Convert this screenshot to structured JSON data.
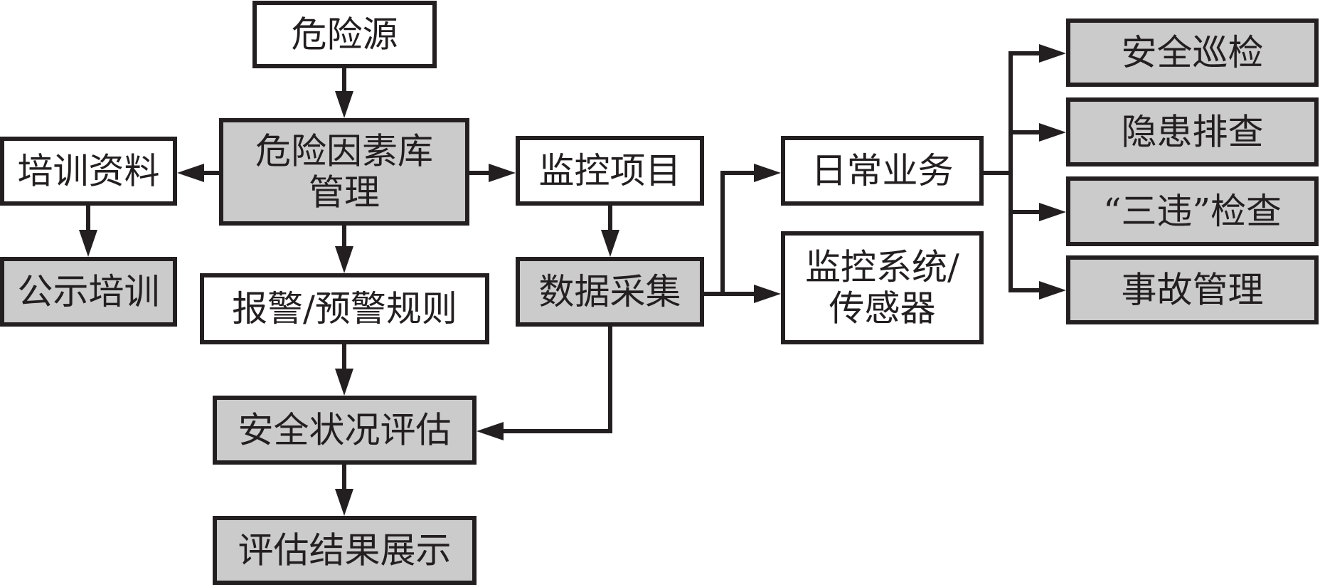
{
  "diagram": {
    "nodes": [
      {
        "id": "hazard-source",
        "lines": [
          "危险源"
        ],
        "shaded": false
      },
      {
        "id": "hazard-factor-db",
        "lines": [
          "危险因素库",
          "管理"
        ],
        "shaded": true
      },
      {
        "id": "training-materials",
        "lines": [
          "培训资料"
        ],
        "shaded": false
      },
      {
        "id": "public-training",
        "lines": [
          "公示培训"
        ],
        "shaded": true
      },
      {
        "id": "alarm-rules",
        "lines": [
          "报警/预警规则"
        ],
        "shaded": false
      },
      {
        "id": "monitoring-items",
        "lines": [
          "监控项目"
        ],
        "shaded": false
      },
      {
        "id": "data-collection",
        "lines": [
          "数据采集"
        ],
        "shaded": true
      },
      {
        "id": "safety-assessment",
        "lines": [
          "安全状况评估"
        ],
        "shaded": true
      },
      {
        "id": "assessment-display",
        "lines": [
          "评估结果展示"
        ],
        "shaded": true
      },
      {
        "id": "daily-business",
        "lines": [
          "日常业务"
        ],
        "shaded": false
      },
      {
        "id": "monitoring-system",
        "lines": [
          "监控系统/",
          "传感器"
        ],
        "shaded": false
      },
      {
        "id": "safety-patrol",
        "lines": [
          "安全巡检"
        ],
        "shaded": true
      },
      {
        "id": "hazard-investigation",
        "lines": [
          "隐患排查"
        ],
        "shaded": true
      },
      {
        "id": "three-violations-check",
        "lines": [
          "“三违”检查"
        ],
        "shaded": true
      },
      {
        "id": "accident-management",
        "lines": [
          "事故管理"
        ],
        "shaded": true
      }
    ],
    "edges": [
      {
        "from": "hazard-source",
        "to": "hazard-factor-db"
      },
      {
        "from": "hazard-factor-db",
        "to": "training-materials"
      },
      {
        "from": "hazard-factor-db",
        "to": "monitoring-items"
      },
      {
        "from": "hazard-factor-db",
        "to": "alarm-rules"
      },
      {
        "from": "training-materials",
        "to": "public-training"
      },
      {
        "from": "alarm-rules",
        "to": "safety-assessment"
      },
      {
        "from": "safety-assessment",
        "to": "assessment-display"
      },
      {
        "from": "monitoring-items",
        "to": "data-collection"
      },
      {
        "from": "data-collection",
        "to": "safety-assessment"
      },
      {
        "from": "data-collection",
        "to": "daily-business"
      },
      {
        "from": "data-collection",
        "to": "monitoring-system"
      },
      {
        "from": "daily-business",
        "to": "safety-patrol"
      },
      {
        "from": "daily-business",
        "to": "hazard-investigation"
      },
      {
        "from": "daily-business",
        "to": "three-violations-check"
      },
      {
        "from": "daily-business",
        "to": "accident-management"
      }
    ]
  }
}
